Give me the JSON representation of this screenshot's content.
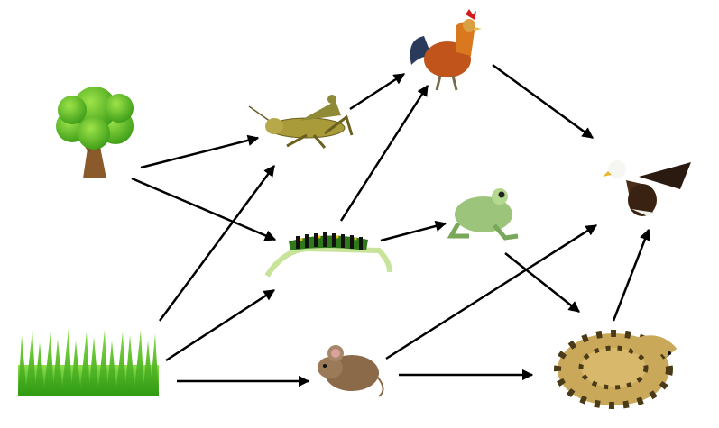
{
  "diagram": {
    "type": "food-web",
    "organisms": [
      {
        "id": "tree",
        "icon": "tree-icon"
      },
      {
        "id": "grass",
        "icon": "grass-icon"
      },
      {
        "id": "grasshopper",
        "icon": "grasshopper-icon"
      },
      {
        "id": "caterpillar",
        "icon": "caterpillar-icon"
      },
      {
        "id": "mouse",
        "icon": "mouse-icon"
      },
      {
        "id": "rooster",
        "icon": "rooster-icon"
      },
      {
        "id": "frog",
        "icon": "frog-icon"
      },
      {
        "id": "snake",
        "icon": "snake-icon"
      },
      {
        "id": "eagle",
        "icon": "eagle-icon"
      }
    ],
    "arrows": [
      {
        "from": "tree",
        "to": "grasshopper"
      },
      {
        "from": "tree",
        "to": "caterpillar"
      },
      {
        "from": "grass",
        "to": "grasshopper"
      },
      {
        "from": "grass",
        "to": "caterpillar"
      },
      {
        "from": "grass",
        "to": "mouse"
      },
      {
        "from": "grasshopper",
        "to": "rooster"
      },
      {
        "from": "caterpillar",
        "to": "rooster"
      },
      {
        "from": "caterpillar",
        "to": "frog"
      },
      {
        "from": "rooster",
        "to": "eagle"
      },
      {
        "from": "mouse",
        "to": "eagle"
      },
      {
        "from": "mouse",
        "to": "snake"
      },
      {
        "from": "frog",
        "to": "snake"
      },
      {
        "from": "snake",
        "to": "eagle"
      }
    ],
    "arrow_color": "#000000"
  }
}
